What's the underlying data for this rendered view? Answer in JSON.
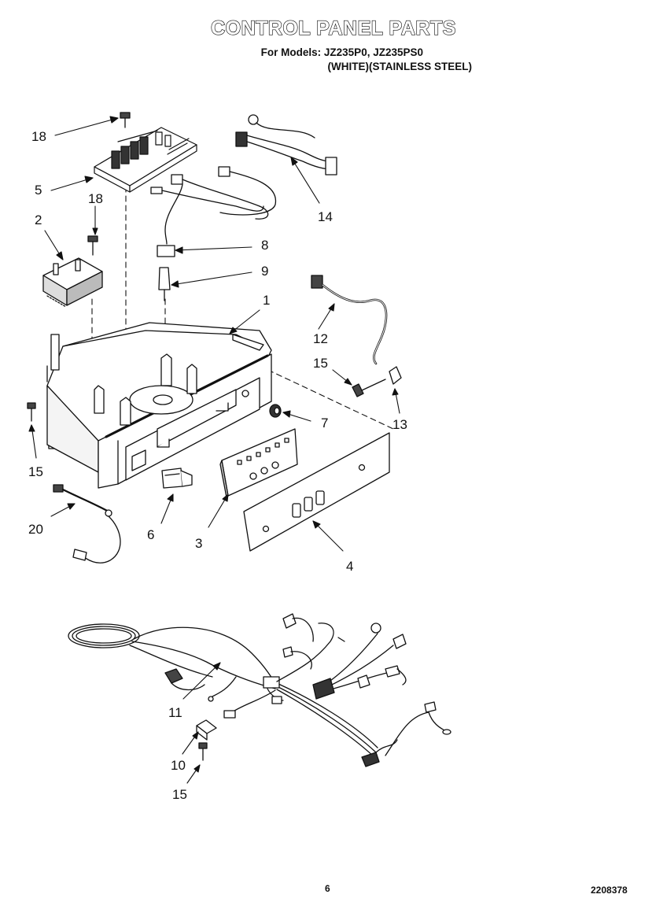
{
  "header": {
    "title": "CONTROL PANEL PARTS",
    "models_line": "For Models: JZ235P0, JZ235PS0",
    "finish_line": "(WHITE)(STAINLESS STEEL)"
  },
  "callouts": [
    "18",
    "5",
    "2",
    "18",
    "14",
    "8",
    "9",
    "1",
    "12",
    "15",
    "7",
    "13",
    "15",
    "6",
    "3",
    "20",
    "4",
    "11",
    "10",
    "15"
  ],
  "footer": {
    "page_number": "6",
    "doc_number": "2208378"
  }
}
